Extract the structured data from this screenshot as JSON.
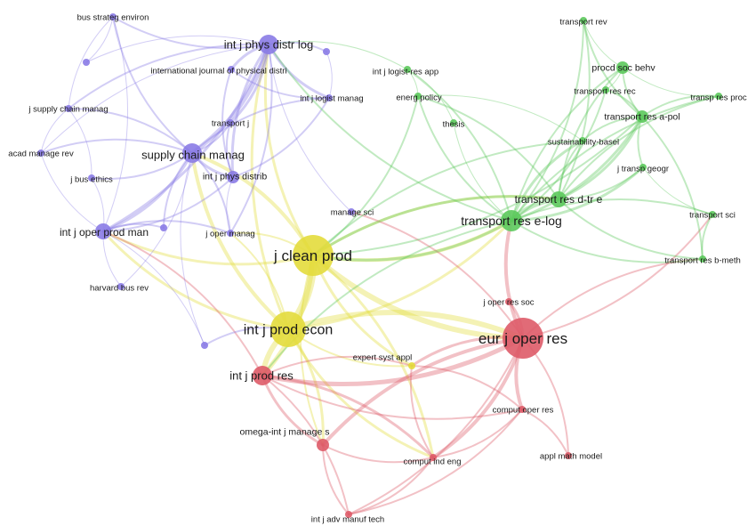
{
  "clusters": {
    "purple": "#8a7be6",
    "yellow": "#e3dc3c",
    "green": "#5cc95c",
    "red": "#de5b68"
  },
  "nodes": [
    {
      "id": "bus-strateg-environ",
      "label": "bus strateg environ",
      "cluster": "purple",
      "size": 1
    },
    {
      "id": "int-j-phys-distr-log",
      "label": "int j phys distr log",
      "cluster": "purple",
      "size": 4
    },
    {
      "id": "international-journal-of-physical-distri",
      "label": "international journal of physical distri",
      "cluster": "purple",
      "size": 1
    },
    {
      "id": "int-j-logist-manag",
      "label": "int j logist manag",
      "cluster": "purple",
      "size": 1
    },
    {
      "id": "j-supply-chain-manag",
      "label": "j supply chain manag",
      "cluster": "purple",
      "size": 1
    },
    {
      "id": "transport-j",
      "label": "transport j",
      "cluster": "purple",
      "size": 1
    },
    {
      "id": "acad-manage-rev",
      "label": "acad manage rev",
      "cluster": "purple",
      "size": 1
    },
    {
      "id": "supply-chain-manag",
      "label": "supply chain manag",
      "cluster": "purple",
      "size": 4
    },
    {
      "id": "j-bus-ethics",
      "label": "j bus ethics",
      "cluster": "purple",
      "size": 1
    },
    {
      "id": "int-j-phys-distrib",
      "label": "int j phys distrib",
      "cluster": "purple",
      "size": 2
    },
    {
      "id": "int-j-oper-prod-man",
      "label": "int j oper prod man",
      "cluster": "purple",
      "size": 3
    },
    {
      "id": "j-oper-manag",
      "label": "j oper manag",
      "cluster": "purple",
      "size": 1
    },
    {
      "id": "manage-sci",
      "label": "manage sci",
      "cluster": "purple",
      "size": 1
    },
    {
      "id": "harvard-bus-rev",
      "label": "harvard bus rev",
      "cluster": "purple",
      "size": 1
    },
    {
      "id": "j-clean-prod",
      "label": "j clean prod",
      "cluster": "yellow",
      "size": 8
    },
    {
      "id": "int-j-prod-econ",
      "label": "int j prod econ",
      "cluster": "yellow",
      "size": 7
    },
    {
      "id": "expert-syst-appl",
      "label": "expert syst appl",
      "cluster": "yellow",
      "size": 1
    },
    {
      "id": "int-j-prod-res",
      "label": "int j prod res",
      "cluster": "red",
      "size": 4
    },
    {
      "id": "eur-j-oper-res",
      "label": "eur j oper res",
      "cluster": "red",
      "size": 8
    },
    {
      "id": "j-oper-res-soc",
      "label": "j oper res soc",
      "cluster": "red",
      "size": 1
    },
    {
      "id": "omega-int-j-manage-s",
      "label": "omega-int j manage s",
      "cluster": "red",
      "size": 2
    },
    {
      "id": "comput-oper-res",
      "label": "comput oper res",
      "cluster": "red",
      "size": 1
    },
    {
      "id": "comput-ind-eng",
      "label": "comput ind eng",
      "cluster": "red",
      "size": 1
    },
    {
      "id": "appl-math-model",
      "label": "appl math model",
      "cluster": "red",
      "size": 1
    },
    {
      "id": "int-j-adv-manuf-tech",
      "label": "int j adv manuf tech",
      "cluster": "red",
      "size": 1
    },
    {
      "id": "transport-rev",
      "label": "transport rev",
      "cluster": "green",
      "size": 1
    },
    {
      "id": "procd-soc-behv",
      "label": "procd soc behv",
      "cluster": "green",
      "size": 2
    },
    {
      "id": "int-j-logist-res-app",
      "label": "int j logist-res app",
      "cluster": "green",
      "size": 1
    },
    {
      "id": "energ-policy",
      "label": "energ policy",
      "cluster": "green",
      "size": 1
    },
    {
      "id": "transport-res-rec",
      "label": "transport res rec",
      "cluster": "green",
      "size": 1
    },
    {
      "id": "transp-res-proc",
      "label": "transp res proc",
      "cluster": "green",
      "size": 1
    },
    {
      "id": "thesis",
      "label": "thesis",
      "cluster": "green",
      "size": 1
    },
    {
      "id": "transport-res-a-pol",
      "label": "transport res a-pol",
      "cluster": "green",
      "size": 2
    },
    {
      "id": "sustainability-basel",
      "label": "sustainability-basel",
      "cluster": "green",
      "size": 1
    },
    {
      "id": "j-transp-geogr",
      "label": "j transp geogr",
      "cluster": "green",
      "size": 1
    },
    {
      "id": "transport-res-d-tr-e",
      "label": "transport res d-tr e",
      "cluster": "green",
      "size": 3
    },
    {
      "id": "transport-res-e-log",
      "label": "transport res e-log",
      "cluster": "green",
      "size": 5
    },
    {
      "id": "transport-sci",
      "label": "transport sci",
      "cluster": "green",
      "size": 1
    },
    {
      "id": "transport-res-b-meth",
      "label": "transport res b-meth",
      "cluster": "green",
      "size": 1
    },
    {
      "id": "node-p1",
      "label": "",
      "cluster": "purple",
      "size": 1
    },
    {
      "id": "node-p2",
      "label": "",
      "cluster": "purple",
      "size": 1
    },
    {
      "id": "node-p3",
      "label": "",
      "cluster": "purple",
      "size": 1
    },
    {
      "id": "node-p4",
      "label": "",
      "cluster": "purple",
      "size": 1
    }
  ]
}
